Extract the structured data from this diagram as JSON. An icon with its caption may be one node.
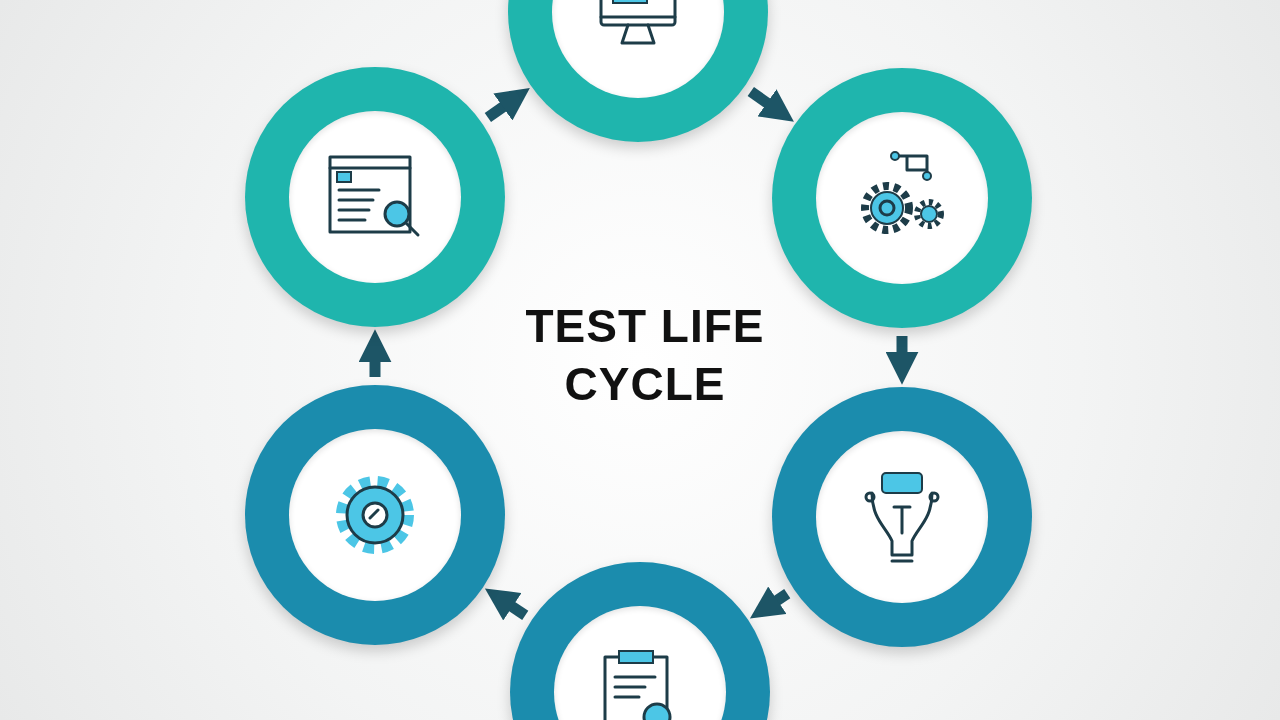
{
  "diagram": {
    "title": "TEST LIFE CYCLE",
    "nodes": [
      {
        "text": [],
        "shape": "circle"
      },
      {
        "text": [],
        "shape": "circle"
      },
      {
        "text": [],
        "shape": "circle"
      },
      {
        "text": [],
        "shape": "circle"
      },
      {
        "text": [],
        "shape": "circle"
      },
      {
        "text": [],
        "shape": "circle"
      }
    ],
    "edges": [
      {
        "from": 0,
        "to": 2,
        "arrow": "to"
      },
      {
        "from": 2,
        "to": 4,
        "arrow": "to"
      },
      {
        "from": 4,
        "to": 5,
        "arrow": "to"
      },
      {
        "from": 5,
        "to": 3,
        "arrow": "to"
      },
      {
        "from": 3,
        "to": 1,
        "arrow": "to"
      },
      {
        "from": 1,
        "to": 0,
        "arrow": "to"
      }
    ]
  }
}
